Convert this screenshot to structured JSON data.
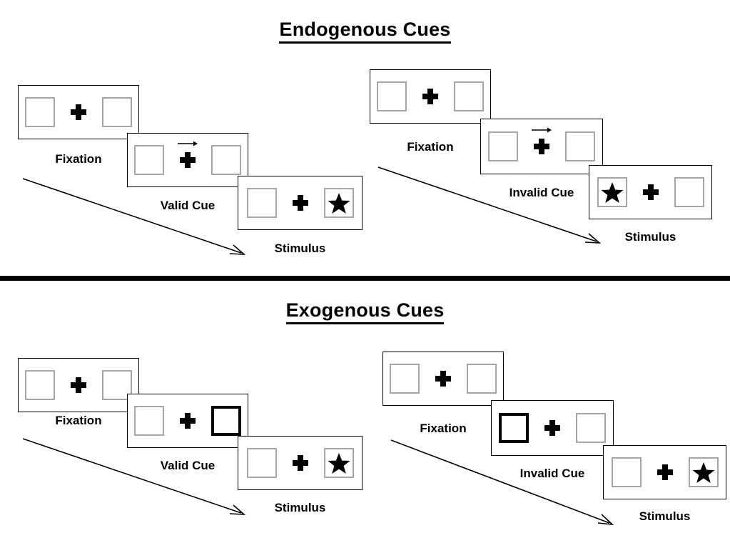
{
  "figure": {
    "title_top": "Endogenous Cues",
    "title_bottom": "Exogenous Cues"
  },
  "labels": {
    "fixation": "Fixation",
    "valid_cue": "Valid Cue",
    "invalid_cue": "Invalid Cue",
    "stimulus": "Stimulus"
  },
  "icons": {
    "fixation_cross": "plus-cross-icon",
    "arrow_cue": "right-arrow-icon",
    "target": "star-icon",
    "flow": "diagonal-arrow-icon"
  },
  "colors": {
    "box_border": "#a6a6a6",
    "highlight_border": "#000000",
    "panel_border": "#000000",
    "ink": "#000000",
    "background": "#ffffff"
  },
  "sections": [
    {
      "id": "endogenous",
      "title": "Endogenous Cues",
      "cue_type": "central symbolic arrow",
      "sequences": [
        {
          "id": "endogenous-valid",
          "condition": "Valid Cue",
          "frames": [
            {
              "label": "Fixation",
              "cue": "none",
              "cue_side": "none",
              "target_side": "none"
            },
            {
              "label": "Valid Cue",
              "cue": "arrow-right",
              "cue_side": "right",
              "target_side": "none"
            },
            {
              "label": "Stimulus",
              "cue": "none",
              "cue_side": "none",
              "target_side": "right"
            }
          ]
        },
        {
          "id": "endogenous-invalid",
          "condition": "Invalid Cue",
          "frames": [
            {
              "label": "Fixation",
              "cue": "none",
              "cue_side": "none",
              "target_side": "none"
            },
            {
              "label": "Invalid Cue",
              "cue": "arrow-right",
              "cue_side": "right",
              "target_side": "none"
            },
            {
              "label": "Stimulus",
              "cue": "none",
              "cue_side": "none",
              "target_side": "left"
            }
          ]
        }
      ]
    },
    {
      "id": "exogenous",
      "title": "Exogenous Cues",
      "cue_type": "peripheral box brightening",
      "sequences": [
        {
          "id": "exogenous-valid",
          "condition": "Valid Cue",
          "frames": [
            {
              "label": "Fixation",
              "cue": "none",
              "cue_side": "none",
              "target_side": "none"
            },
            {
              "label": "Valid Cue",
              "cue": "box-highlight",
              "cue_side": "right",
              "target_side": "none"
            },
            {
              "label": "Stimulus",
              "cue": "none",
              "cue_side": "none",
              "target_side": "right"
            }
          ]
        },
        {
          "id": "exogenous-invalid",
          "condition": "Invalid Cue",
          "frames": [
            {
              "label": "Fixation",
              "cue": "none",
              "cue_side": "none",
              "target_side": "none"
            },
            {
              "label": "Invalid Cue",
              "cue": "box-highlight",
              "cue_side": "left",
              "target_side": "none"
            },
            {
              "label": "Stimulus",
              "cue": "none",
              "cue_side": "none",
              "target_side": "right"
            }
          ]
        }
      ]
    }
  ]
}
